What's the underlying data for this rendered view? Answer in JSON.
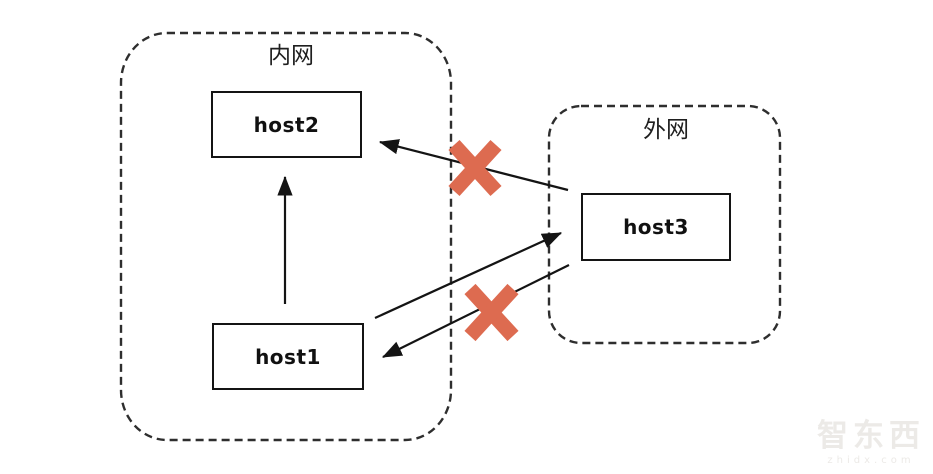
{
  "diagram": {
    "zones": [
      {
        "id": "internal",
        "label": "内网"
      },
      {
        "id": "external",
        "label": "外网"
      }
    ],
    "nodes": [
      {
        "id": "host1",
        "label": "host1",
        "zone": "internal"
      },
      {
        "id": "host2",
        "label": "host2",
        "zone": "internal"
      },
      {
        "id": "host3",
        "label": "host3",
        "zone": "external"
      }
    ],
    "edges": [
      {
        "from": "host1",
        "to": "host2",
        "status": "allowed"
      },
      {
        "from": "host1",
        "to": "host3",
        "status": "allowed"
      },
      {
        "from": "host3",
        "to": "host2",
        "status": "blocked"
      },
      {
        "from": "host3",
        "to": "host1",
        "status": "blocked"
      }
    ],
    "colors": {
      "line": "#141414",
      "dashed_border": "#2e2e2e",
      "blocked_x": "#DD6B50"
    }
  },
  "watermark": {
    "title": "智东西",
    "domain": "zhidx.com"
  }
}
